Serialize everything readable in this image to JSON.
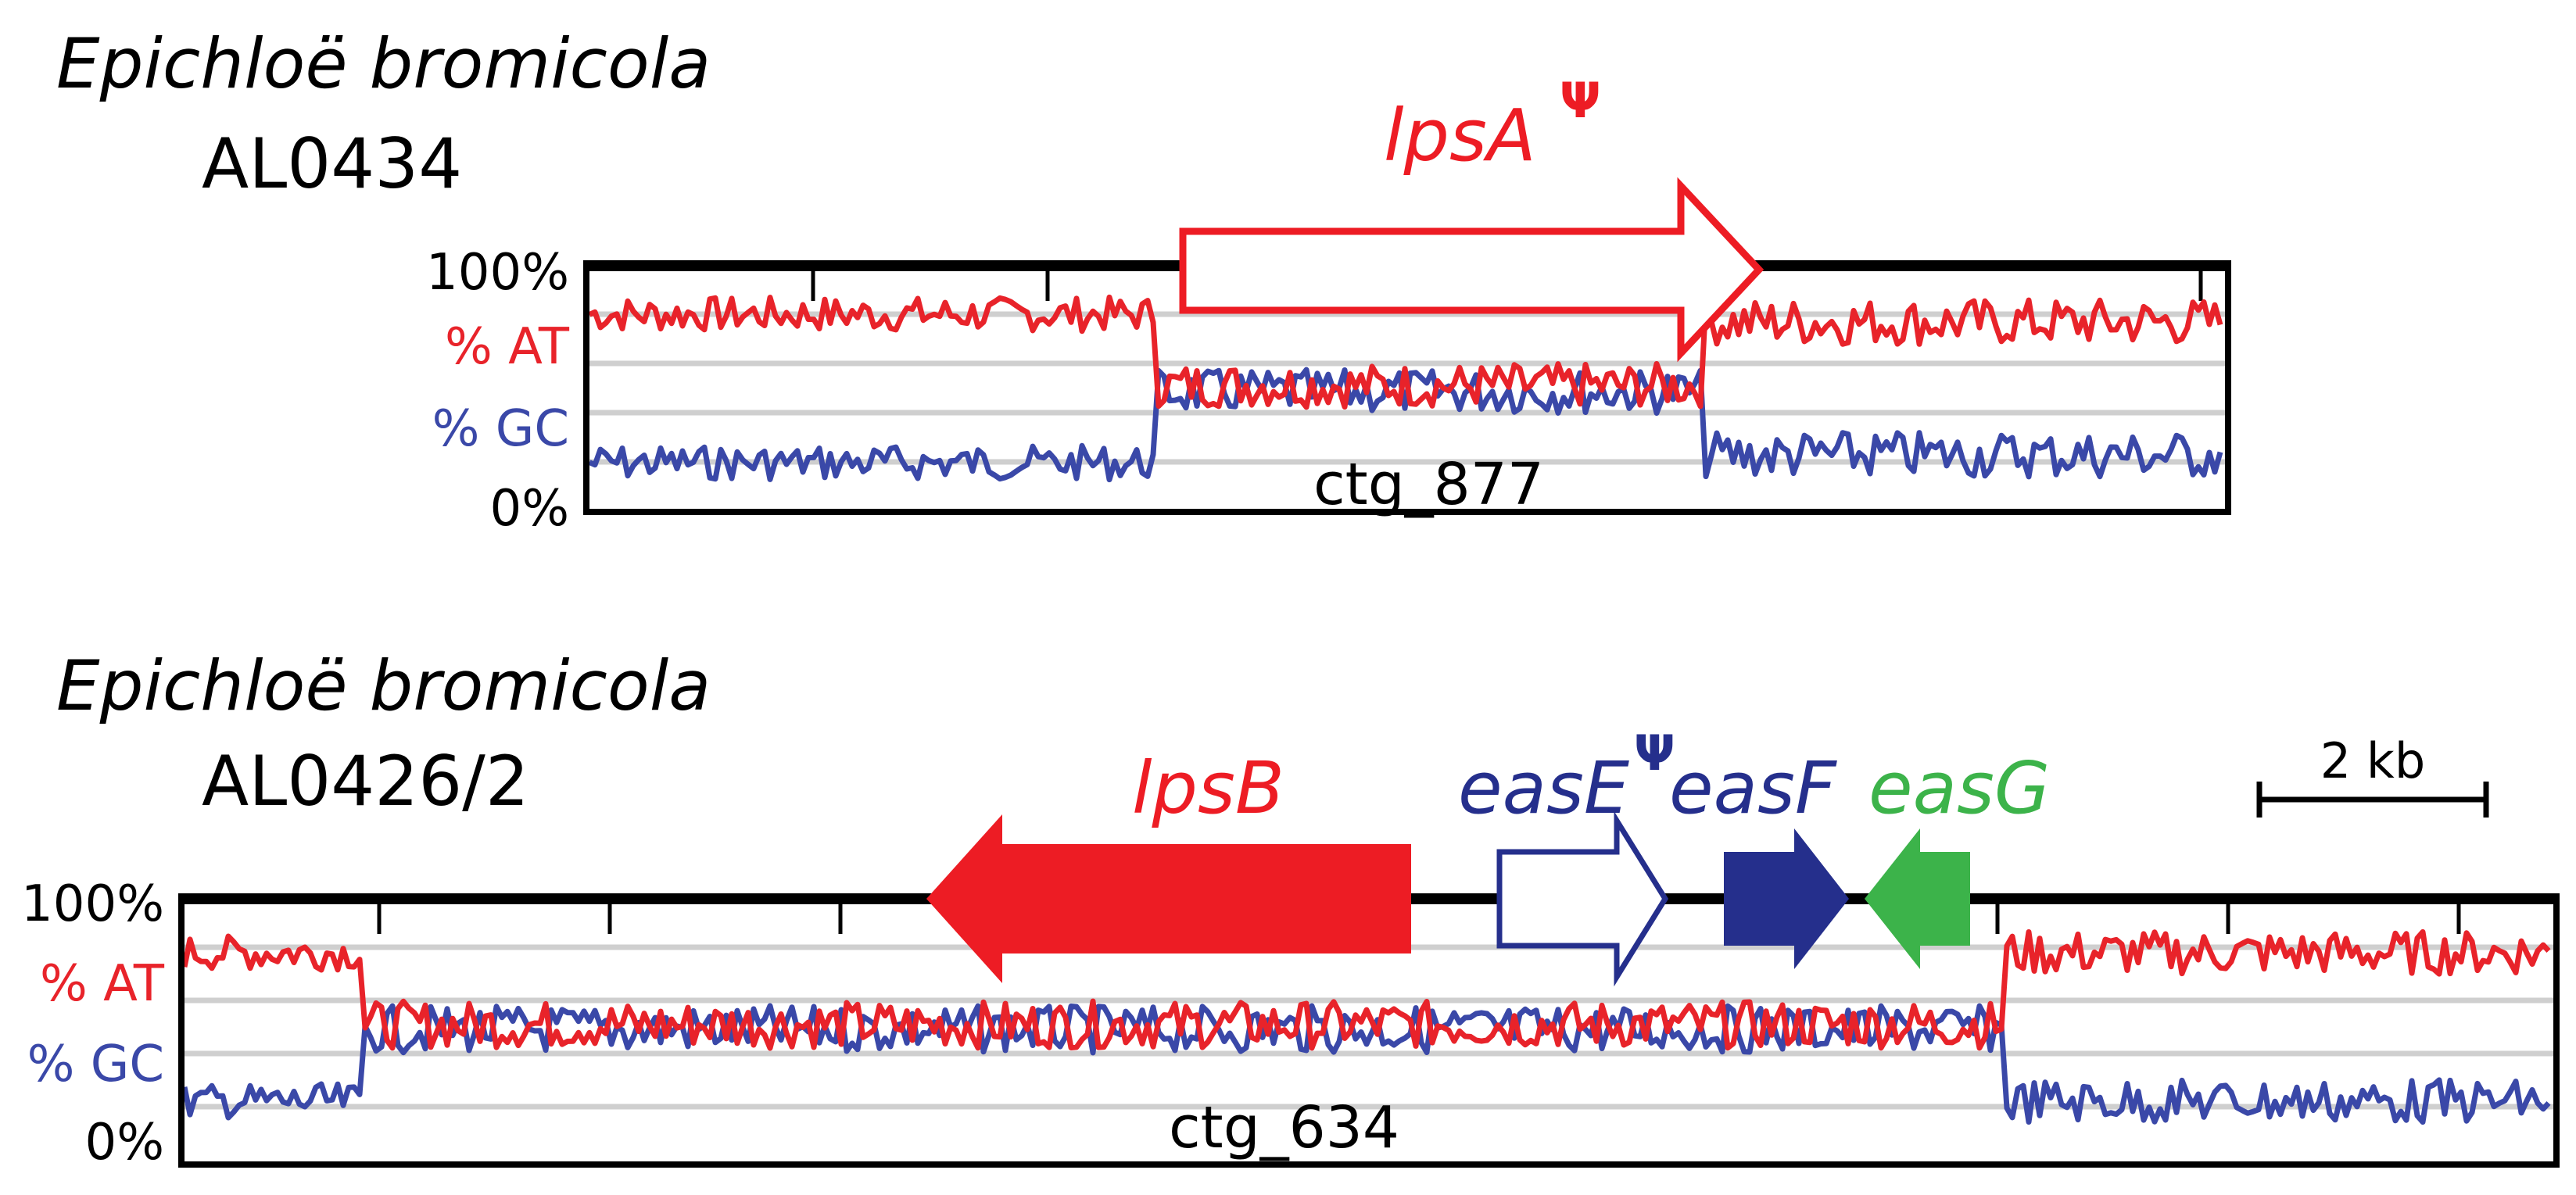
{
  "colors": {
    "at": "#e8232a",
    "gc": "#3a48a8",
    "lps": "#ed1c24",
    "easE": "#252f8c",
    "easF": "#252f8c",
    "easG": "#3cb34a",
    "frame": "#000000",
    "grid": "#cfcfcf"
  },
  "panels": [
    {
      "species": "Epichloë bromicola",
      "strain": "AL0434",
      "contig": "ctg_877",
      "y_axis": {
        "top": "100%",
        "at_label": "% AT",
        "gc_label": "% GC",
        "bottom": "0%"
      },
      "genes": [
        {
          "name": "lpsA",
          "superscript": "Ψ",
          "direction": "right",
          "style": "outline",
          "color": "#ed1c24"
        }
      ]
    },
    {
      "species": "Epichloë bromicola",
      "strain": "AL0426/2",
      "contig": "ctg_634",
      "y_axis": {
        "top": "100%",
        "at_label": "% AT",
        "gc_label": "% GC",
        "bottom": "0%"
      },
      "genes": [
        {
          "name": "lpsB",
          "superscript": "",
          "direction": "left",
          "style": "filled",
          "color": "#ed1c24"
        },
        {
          "name": "easE",
          "superscript": "Ψ",
          "direction": "right",
          "style": "outline",
          "color": "#252f8c"
        },
        {
          "name": "easF",
          "superscript": "",
          "direction": "right",
          "style": "filled",
          "color": "#252f8c"
        },
        {
          "name": "easG",
          "superscript": "",
          "direction": "left",
          "style": "filled",
          "color": "#3cb34a"
        }
      ]
    }
  ],
  "scale_bar": {
    "label": "2 kb"
  }
}
